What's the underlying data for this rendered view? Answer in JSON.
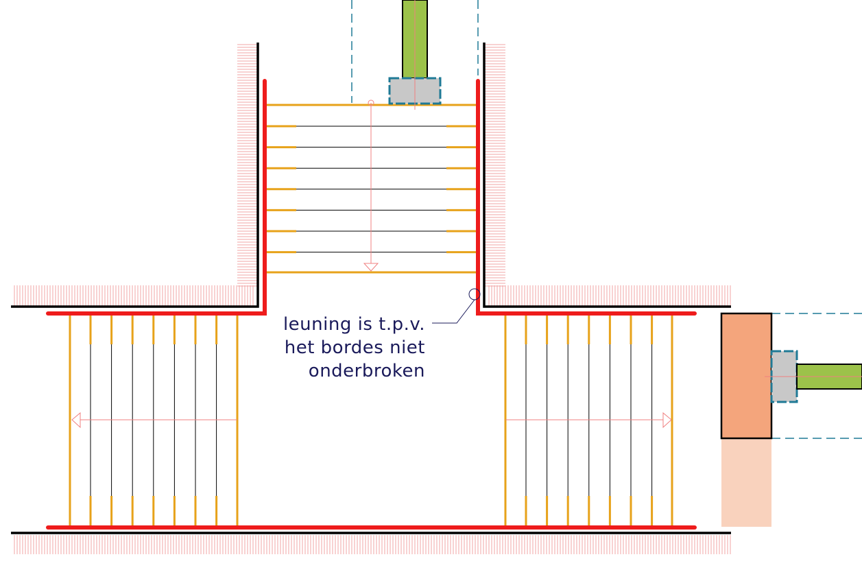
{
  "annotation": {
    "lines": [
      "leuning is t.p.v.",
      "het bordes niet",
      "onderbroken"
    ]
  },
  "colors": {
    "wall": "#000000",
    "handrail": "#ee1c1c",
    "tread_edge": "#e7a21a",
    "hatch": "#f2a6a6",
    "guide_line": "#f08080",
    "post": "#9cc24a",
    "post_base": "#c8c8c8",
    "base_outline": "#1f7a96",
    "dashed_line": "#1f7a96",
    "landing_block": "#f4a57c",
    "landing_block_light": "#f9d2bd",
    "annotation_text": "#1a1a5a"
  },
  "icons": {
    "leader": "leader-circle-icon",
    "arrow": "direction-arrow-icon"
  }
}
